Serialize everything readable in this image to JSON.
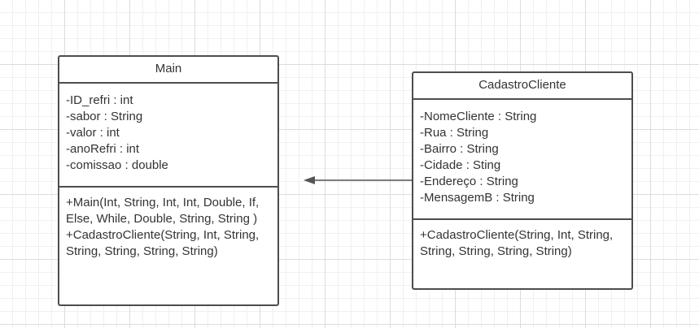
{
  "classes": [
    {
      "name": "Main",
      "attributes": [
        "-ID_refri : int",
        "-sabor : String",
        "-valor : int",
        "-anoRefri : int",
        "-comissao : double"
      ],
      "methods": [
        "+Main(Int, String, Int, Int, Double, If, Else, While, Double, String, String )",
        "+CadastroCliente(String, Int, String, String, String, String, String)"
      ]
    },
    {
      "name": "CadastroCliente",
      "attributes": [
        "-NomeCliente : String",
        "-Rua : String",
        "-Bairro : String",
        "-Cidade : Sting",
        "-Endereço : String",
        "-MensagemB : String"
      ],
      "methods": [
        "+CadastroCliente(String, Int, String, String, String, String, String)"
      ]
    }
  ],
  "colors": {
    "border": "#4d4d4d",
    "text": "#333333",
    "arrow": "#555555"
  }
}
